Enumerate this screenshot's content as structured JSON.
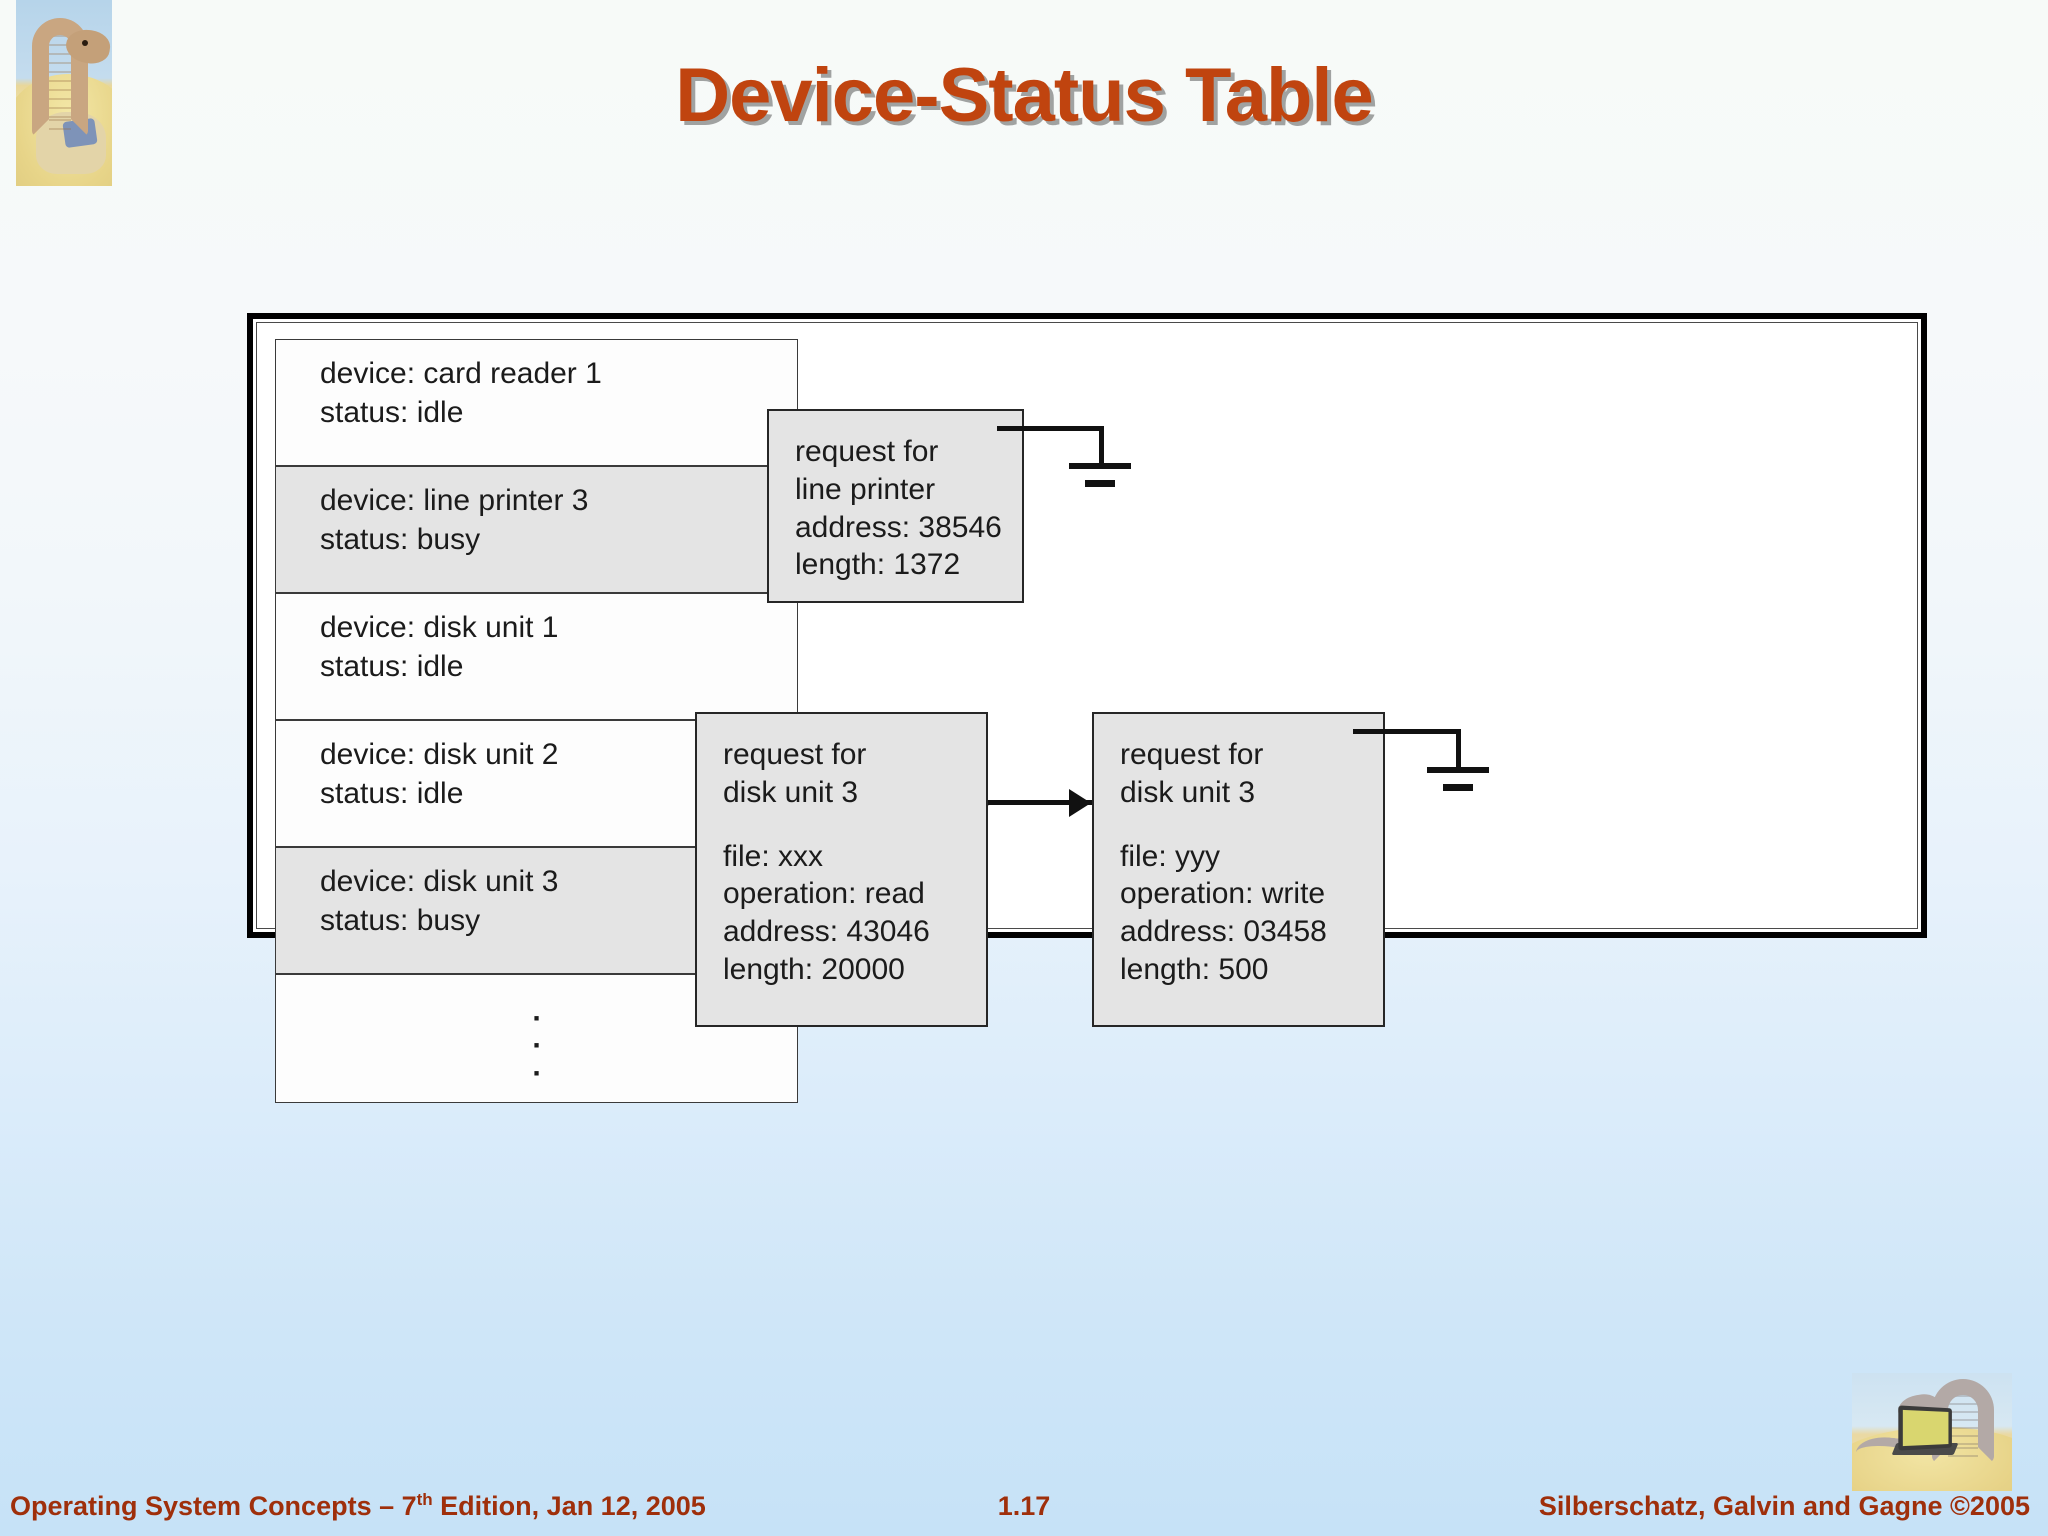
{
  "slide": {
    "title": "Device-Status Table",
    "title_color": "#c0440f",
    "accent_color": "#9f2f0b"
  },
  "figure": {
    "device_table": {
      "rows": [
        {
          "device": "device: card reader 1",
          "status": "status: idle",
          "state": "idle"
        },
        {
          "device": "device: line printer 3",
          "status": "status: busy",
          "state": "busy"
        },
        {
          "device": "device: disk unit 1",
          "status": "status: idle",
          "state": "idle"
        },
        {
          "device": "device: disk unit 2",
          "status": "status: idle",
          "state": "idle"
        },
        {
          "device": "device: disk unit 3",
          "status": "status: busy",
          "state": "busy"
        }
      ],
      "ellipsis_dot": "."
    },
    "requests": {
      "line_printer": {
        "line1": "request for",
        "line2": "line printer",
        "line3": "address: 38546",
        "line4": "length: 1372"
      },
      "disk_first": {
        "line1": "request for",
        "line2": "disk unit 3",
        "line3": "file: xxx",
        "line4": "operation: read",
        "line5": "address: 43046",
        "line6": "length: 20000"
      },
      "disk_second": {
        "line1": "request for",
        "line2": "disk unit 3",
        "line3": "file: yyy",
        "line4": "operation: write",
        "line5": "address: 03458",
        "line6": "length: 500"
      }
    }
  },
  "footer": {
    "left_prefix": "Operating System Concepts – 7",
    "left_sup": "th",
    "left_suffix": " Edition, Jan 12, 2005",
    "page": "1.17",
    "right": "Silberschatz, Galvin and Gagne ©2005"
  }
}
